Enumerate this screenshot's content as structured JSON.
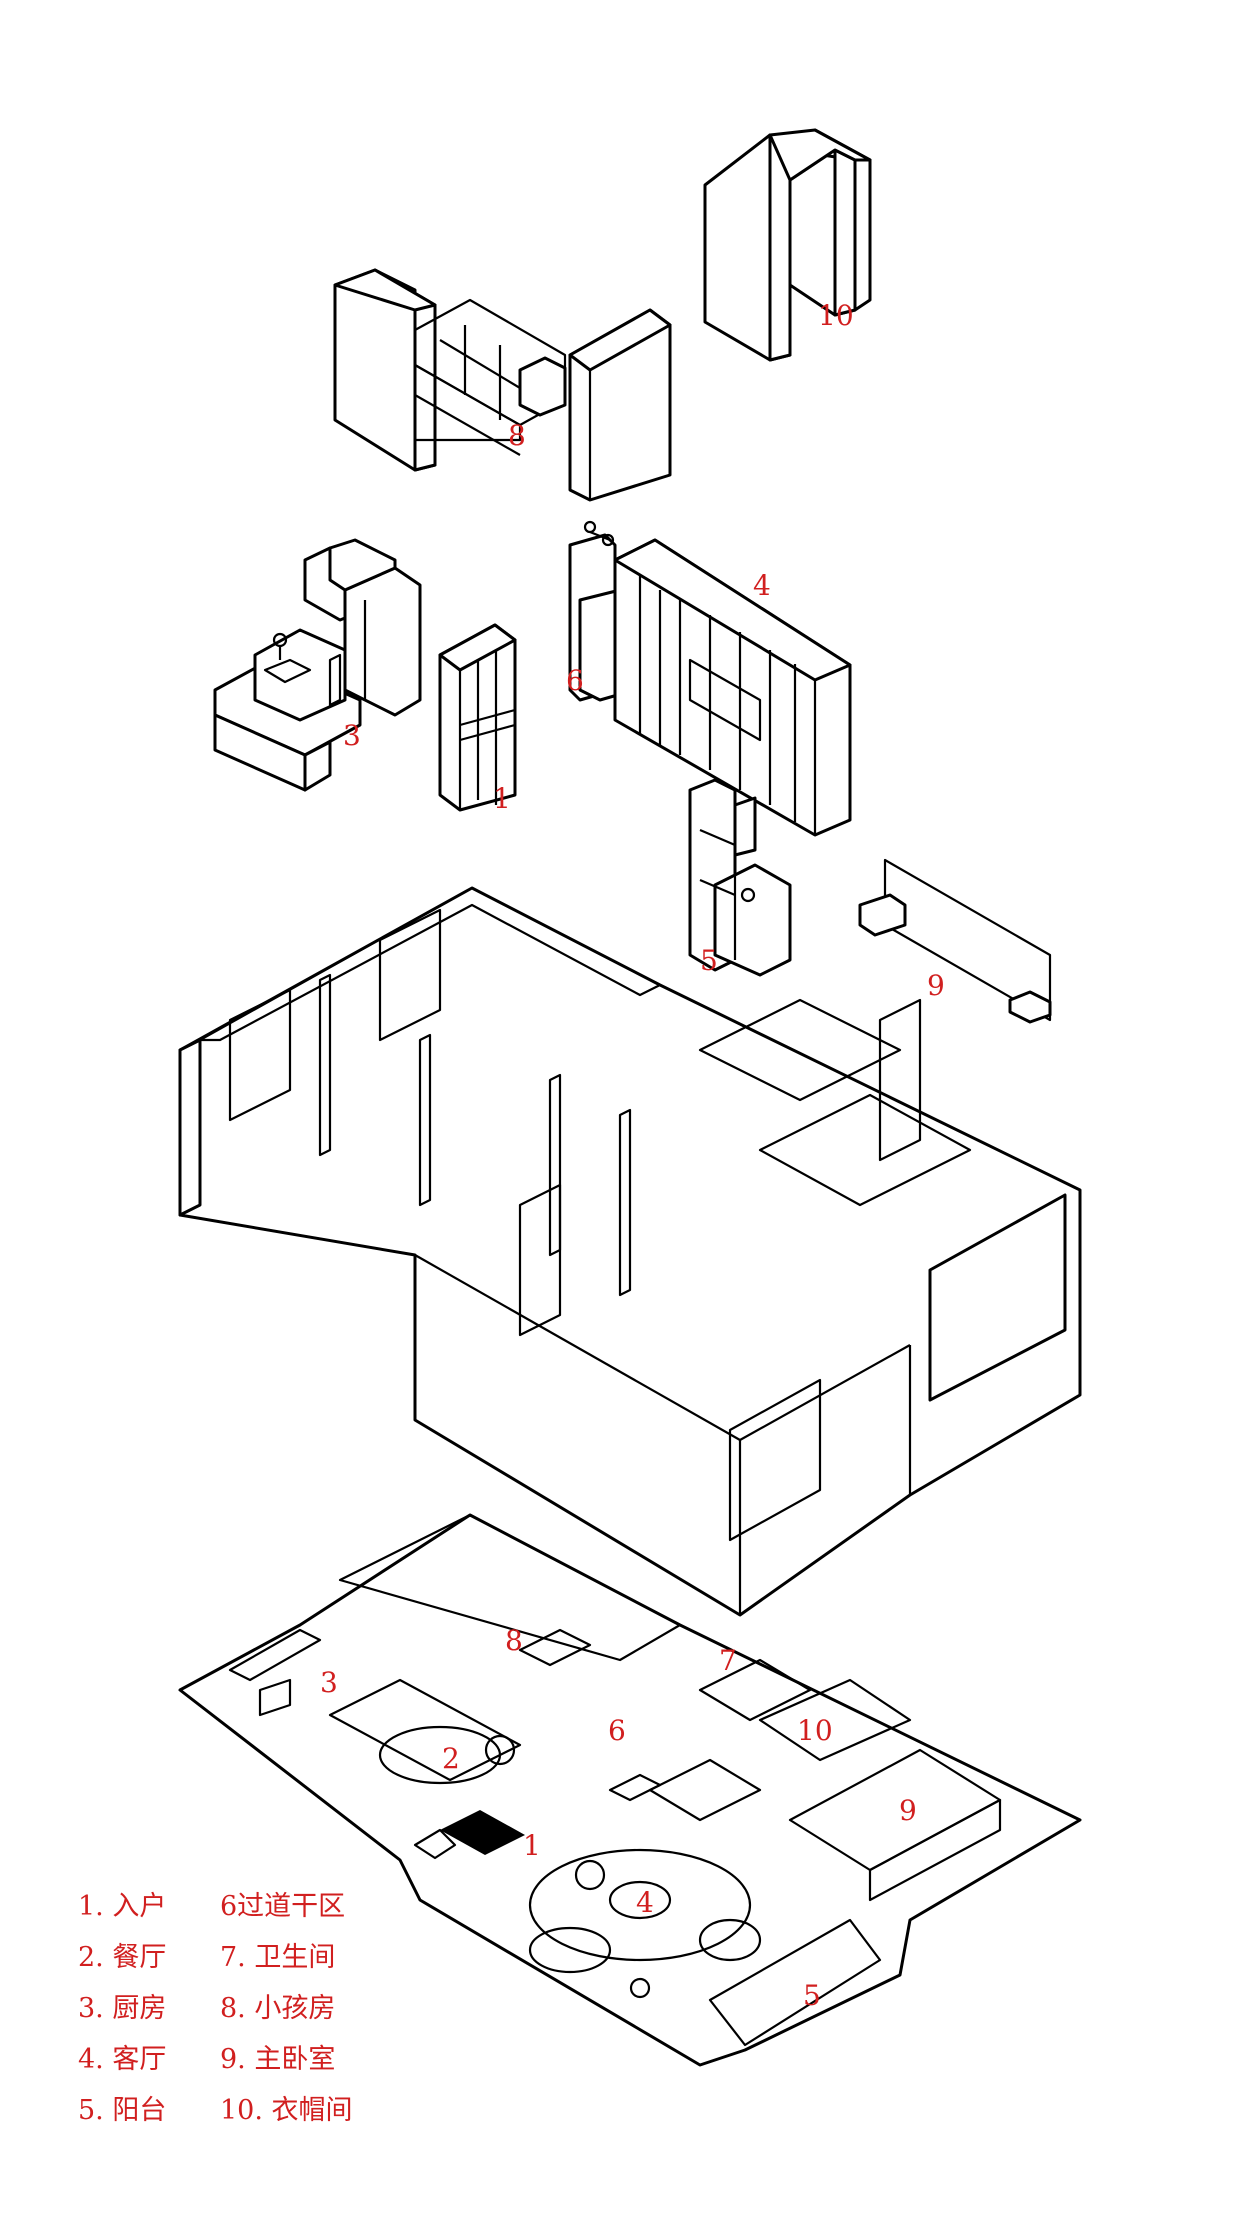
{
  "accent_color": "#d11f1f",
  "line_color": "#000000",
  "labels": {
    "l1": "1",
    "l3": "3",
    "l4": "4",
    "l5": "5",
    "l6": "6",
    "l8": "8",
    "l9": "9",
    "l10": "10",
    "p1": "1",
    "p2": "2",
    "p3": "3",
    "p4": "4",
    "p5": "5",
    "p6": "6",
    "p7": "7",
    "p8": "8",
    "p9": "9",
    "p10": "10"
  },
  "legend": [
    "1. 入户",
    "2. 餐厅",
    "3. 厨房",
    "4. 客厅",
    "5. 阳台",
    "6过道干区",
    "7. 卫生间",
    "8. 小孩房",
    "9. 主卧室",
    "10. 衣帽间"
  ]
}
